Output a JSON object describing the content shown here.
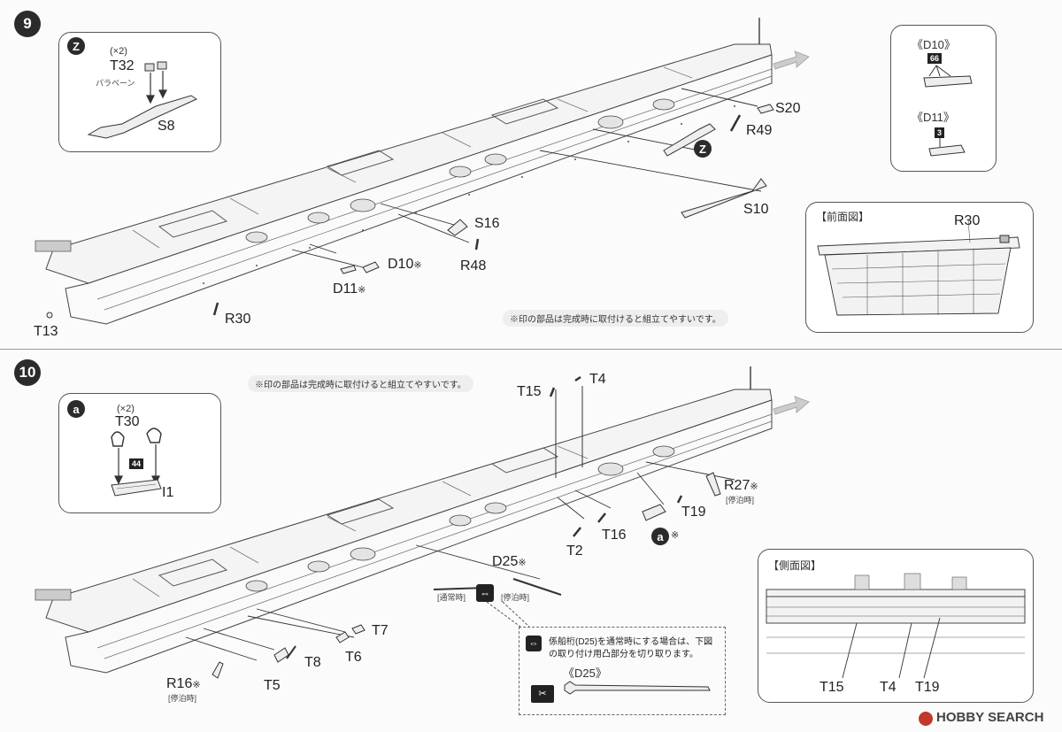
{
  "steps": {
    "step9": "9",
    "step10": "10"
  },
  "step9": {
    "inset_z": {
      "marker": "Z",
      "qty": "(×2)",
      "part": "T32",
      "caption": "パラベーン",
      "part2": "S8"
    },
    "labels": {
      "s20": "S20",
      "r49": "R49",
      "s10": "S10",
      "s16": "S16",
      "r48": "R48",
      "d10": "D10",
      "d11": "D11",
      "r30": "R30",
      "t13": "T13",
      "z": "Z",
      "asterisk": "※"
    },
    "detail_d10": {
      "title": "《D10》",
      "badge": "66"
    },
    "detail_d11": {
      "title": "《D11》",
      "badge": "3"
    },
    "front_view": {
      "title": "【前面図】",
      "label": "R30"
    },
    "note": "※印の部品は完成時に取付けると組立てやすいです。"
  },
  "step10": {
    "note": "※印の部品は完成時に取付けると組立てやすいです。",
    "inset_a": {
      "marker": "a",
      "qty": "(×2)",
      "part": "T30",
      "badge": "44",
      "part2": "I1"
    },
    "labels": {
      "t15": "T15",
      "t4": "T4",
      "r27": "R27",
      "r27_sub": "[停泊時]",
      "t19": "T19",
      "t16": "T16",
      "a": "a",
      "t2": "T2",
      "d25": "D25",
      "normal": "[通常時]",
      "anchored": "[停泊時]",
      "t7": "T7",
      "t8": "T8",
      "t6": "T6",
      "t5": "T5",
      "r16": "R16",
      "r16_sub": "[停泊時]",
      "asterisk": "※"
    },
    "cut_note": {
      "line1": "係船桁(D25)を通常時にする場合は、下図",
      "line2": "の取り付け用凸部分を切り取ります。",
      "title": "《D25》"
    },
    "side_view": {
      "title": "【側面図】",
      "t15": "T15",
      "t4": "T4",
      "t19": "T19"
    }
  },
  "watermark": {
    "brand": "HOBBY SEARCH"
  }
}
